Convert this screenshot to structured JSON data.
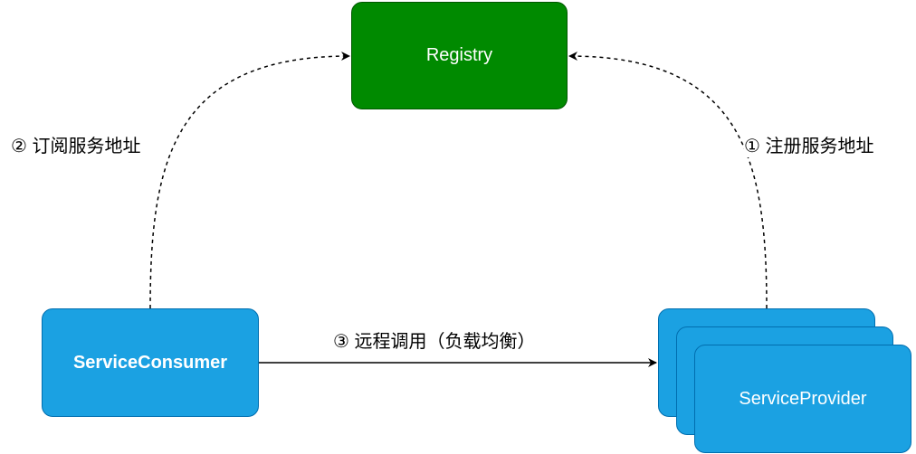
{
  "nodes": {
    "registry": "Registry",
    "consumer": "ServiceConsumer",
    "provider": "ServiceProvider"
  },
  "edges": {
    "register": "① 注册服务地址",
    "subscribe": "② 订阅服务地址",
    "invoke": "③ 远程调用（负载均衡）"
  },
  "colors": {
    "registry_fill": "#008a00",
    "service_fill": "#1ba1e2",
    "text": "#ffffff"
  }
}
